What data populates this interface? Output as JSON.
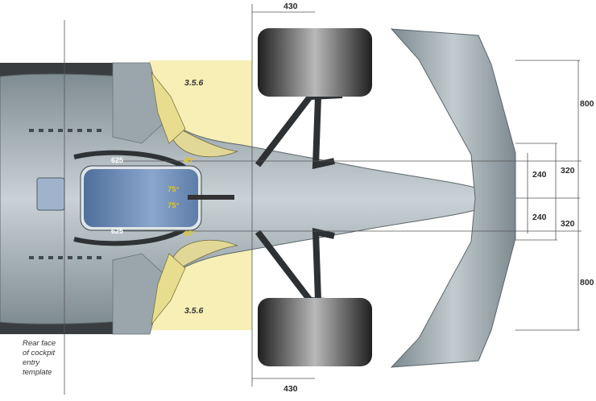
{
  "dimensions": {
    "tyre_width_top": "430",
    "tyre_width_bottom": "430",
    "wing_outer_upper": "800",
    "wing_outer_lower": "800",
    "inner_upper": "240",
    "inner_lower": "240",
    "mid_upper": "320",
    "mid_lower": "320"
  },
  "references": {
    "zone_upper": "3.5.6",
    "zone_lower": "3.5.6"
  },
  "cockpit": {
    "width_upper": "625",
    "width_lower": "625",
    "angle_mirror_upper": "45°",
    "angle_mirror_lower": "45°",
    "angle_upper": "75°",
    "angle_lower": "75°"
  },
  "note": {
    "line1": "Rear face",
    "line2": "of cockpit",
    "line3": "entry",
    "line4": "template"
  },
  "colors": {
    "body": "#8e9aa0",
    "body_light": "#c4ced2",
    "highlight_zone": "#f7efb5",
    "tyre": "#2a2a2a",
    "cockpit": "#6f8fb8",
    "accent": "#e0c52a"
  }
}
